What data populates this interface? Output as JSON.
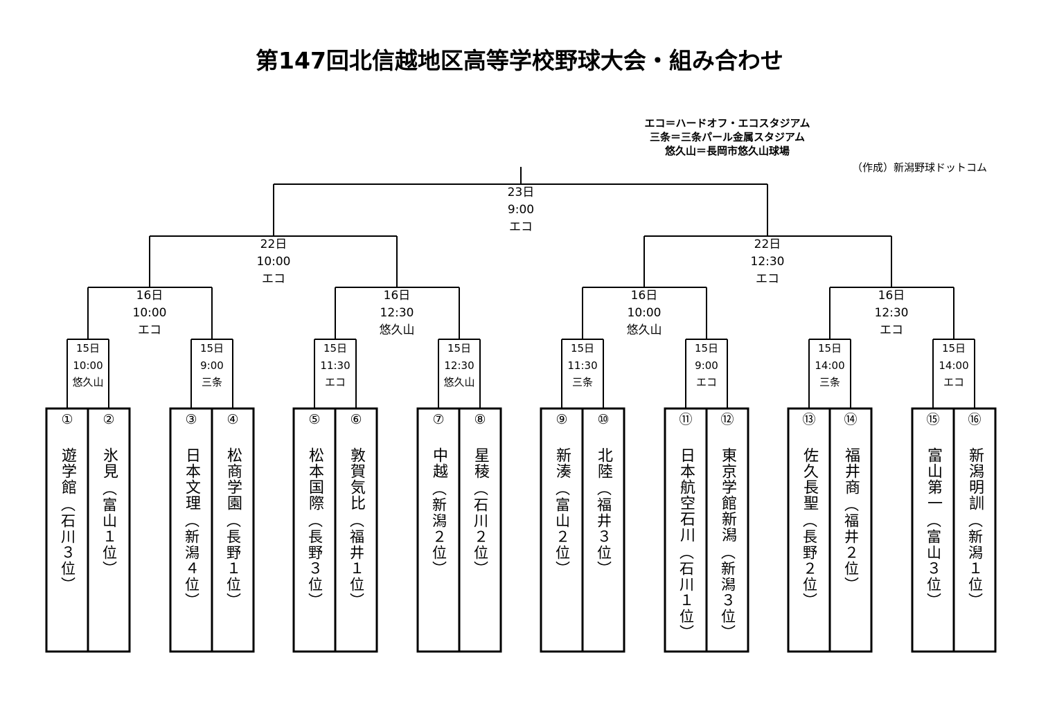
{
  "title": "第147回北信越地区高等学校野球大会・組み合わせ",
  "legend": [
    "エコ＝ハードオフ・エコスタジアム",
    "三条＝三条パール金属スタジアム",
    "悠久山＝長岡市悠久山球場"
  ],
  "credit": "（作成）新潟野球ドットコム",
  "rounds": {
    "final": {
      "date": "23日",
      "time": "9:00",
      "venue": "エコ"
    },
    "semifinals": [
      {
        "date": "22日",
        "time": "10:00",
        "venue": "エコ"
      },
      {
        "date": "22日",
        "time": "12:30",
        "venue": "エコ"
      }
    ],
    "quarterfinals": [
      {
        "date": "16日",
        "time": "10:00",
        "venue": "エコ"
      },
      {
        "date": "16日",
        "time": "12:30",
        "venue": "悠久山"
      },
      {
        "date": "16日",
        "time": "10:00",
        "venue": "悠久山"
      },
      {
        "date": "16日",
        "time": "12:30",
        "venue": "エコ"
      }
    ],
    "first_round": [
      {
        "date": "15日",
        "time": "10:00",
        "venue": "悠久山"
      },
      {
        "date": "15日",
        "time": "9:00",
        "venue": "三条"
      },
      {
        "date": "15日",
        "time": "11:30",
        "venue": "エコ"
      },
      {
        "date": "15日",
        "time": "12:30",
        "venue": "悠久山"
      },
      {
        "date": "15日",
        "time": "11:30",
        "venue": "三条"
      },
      {
        "date": "15日",
        "time": "9:00",
        "venue": "エコ"
      },
      {
        "date": "15日",
        "time": "14:00",
        "venue": "三条"
      },
      {
        "date": "15日",
        "time": "14:00",
        "venue": "エコ"
      }
    ]
  },
  "teams": [
    {
      "num": "①",
      "name": "遊学館",
      "pref": "（石川３位）"
    },
    {
      "num": "②",
      "name": "氷見",
      "pref": "（富山１位）"
    },
    {
      "num": "③",
      "name": "日本文理",
      "pref": "（新潟４位）"
    },
    {
      "num": "④",
      "name": "松商学園",
      "pref": "（長野１位）"
    },
    {
      "num": "⑤",
      "name": "松本国際",
      "pref": "（長野３位）"
    },
    {
      "num": "⑥",
      "name": "敦賀気比",
      "pref": "（福井１位）"
    },
    {
      "num": "⑦",
      "name": "中越",
      "pref": "（新潟２位）"
    },
    {
      "num": "⑧",
      "name": "星稜",
      "pref": "（石川２位）"
    },
    {
      "num": "⑨",
      "name": "新湊",
      "pref": "（富山２位）"
    },
    {
      "num": "⑩",
      "name": "北陸",
      "pref": "（福井３位）"
    },
    {
      "num": "⑪",
      "name": "日本航空石川",
      "pref": "（石川１位）"
    },
    {
      "num": "⑫",
      "name": "東京学館新潟",
      "pref": "（新潟３位）"
    },
    {
      "num": "⑬",
      "name": "佐久長聖",
      "pref": "（長野２位）"
    },
    {
      "num": "⑭",
      "name": "福井商",
      "pref": "（福井２位）"
    },
    {
      "num": "⑮",
      "name": "富山第一",
      "pref": "（富山３位）"
    },
    {
      "num": "⑯",
      "name": "新潟明訓",
      "pref": "（新潟１位）"
    }
  ]
}
